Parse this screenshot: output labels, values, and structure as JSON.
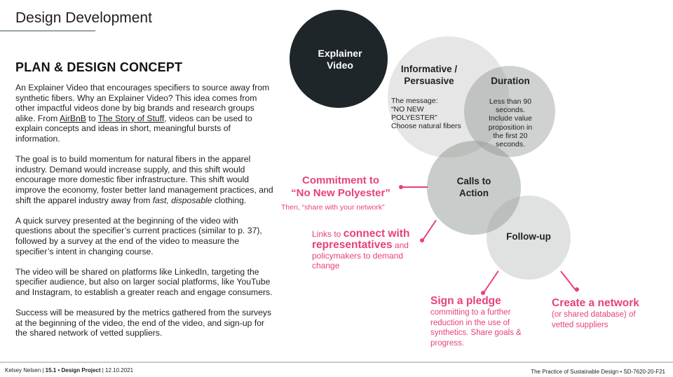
{
  "header": {
    "title": "Design Development"
  },
  "section": {
    "heading": "PLAN & DESIGN CONCEPT"
  },
  "body": {
    "p1_a": "An Explainer Video that encourages specifiers to source away from synthetic fibers.  Why an Explainer Video?  This idea comes from other impactful videos done by big brands and research groups alike.  From ",
    "p1_link1": "AirBnB",
    "p1_b": " to ",
    "p1_link2": "The Story of Stuff",
    "p1_c": ", videos can be used to explain concepts and ideas in short, meaningful bursts of information.",
    "p2_a": "The goal is to build momentum for natural fibers in the apparel industry.  Demand would increase supply, and this shift would encourage more domestic fiber infrastructure. This shift would improve the economy, foster better land management practices, and shift the apparel industry away from ",
    "p2_em": "fast, disposable",
    "p2_b": " clothing.",
    "p3": "A quick survey presented at the beginning of the video with questions about the specifier’s current practices (similar to p. 37), followed by a survey at the end of the video to measure the specifier’s intent in changing course.",
    "p4": "The video will be shared on platforms like LinkedIn, targeting the specifier audience, but also on larger social platforms, like YouTube and Instagram, to establish a greater reach and engage consumers.",
    "p5": "Success will be measured by the metrics gathered from the surveys at the beginning of the video, the end of the video, and sign-up for the shared network of vetted suppliers."
  },
  "diagram": {
    "explainer": {
      "line1": "Explainer",
      "line2": "Video"
    },
    "informative": {
      "title1": "Informative /",
      "title2": "Persuasive",
      "msg1": "The message:",
      "msg2": "“NO NEW",
      "msg3": "POLYESTER”",
      "msg4": "Choose natural fibers"
    },
    "duration": {
      "title": "Duration",
      "d1": "Less than 90",
      "d2": "seconds.",
      "d3": "Include value",
      "d4": "proposition in",
      "d5": "the first  20",
      "d6": "seconds."
    },
    "calls": {
      "line1": "Calls to",
      "line2": "Action"
    },
    "followup": {
      "label": "Follow-up"
    },
    "commitment": {
      "line1": "Commitment to",
      "line2": "“No New Polyester”",
      "sub": "Then, “share with your network”"
    },
    "links": {
      "pre": "Links to ",
      "big1": "connect with",
      "big2": "representatives",
      "post1": " and",
      "post2": "policymakers to demand",
      "post3": "change"
    },
    "pledge": {
      "title": "Sign a pledge",
      "l1": "committing to a further",
      "l2": "reduction in the use of",
      "l3": "synthetics. Share goals &",
      "l4": "progress."
    },
    "network": {
      "title": "Create a network",
      "l1": "(or shared database) of",
      "l2": "vetted suppliers"
    }
  },
  "footer": {
    "left_name": "Kelsey Nelsen | ",
    "left_bold": "15.1 • Design Project",
    "left_date": " | 12.10.2021",
    "right": "The Practice of Sustainable Design • SD-7620-20-F21"
  },
  "colors": {
    "accent_pink": "#e8407e",
    "dark_circle": "#1e2629",
    "grey_circle": "#a0a6a2"
  }
}
